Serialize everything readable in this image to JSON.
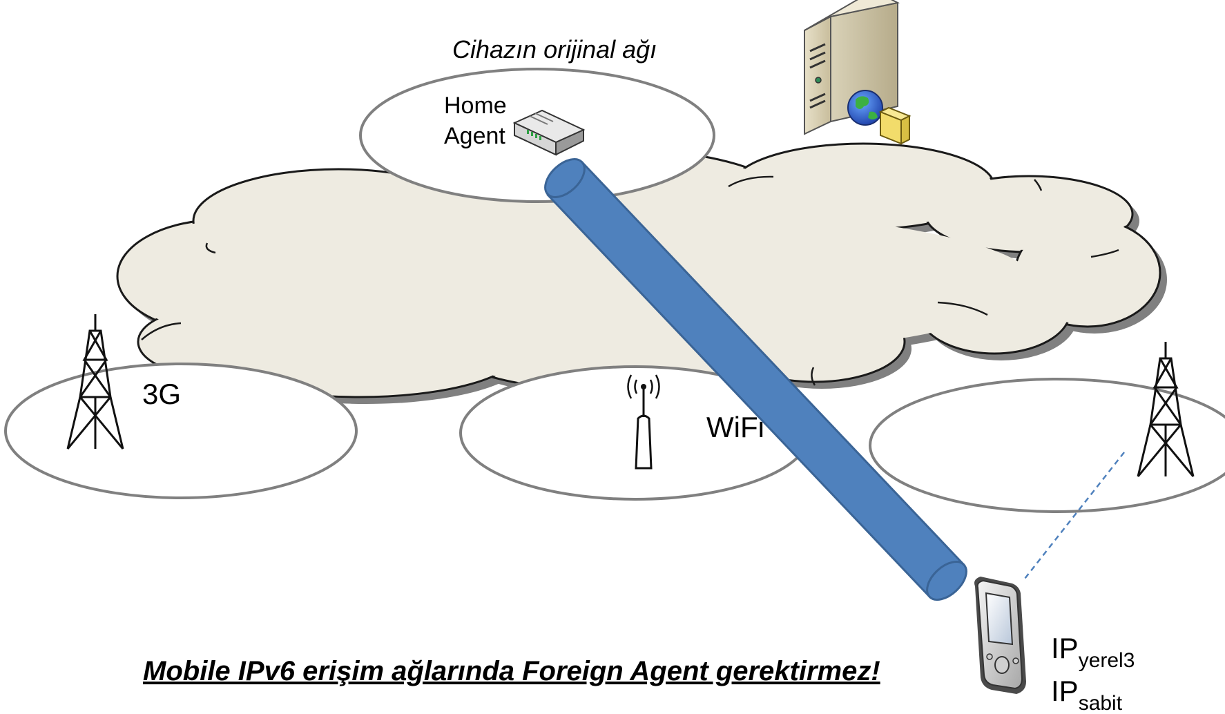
{
  "home_network": {
    "caption": "Cihazın orijinal ağı",
    "agent_label_line1": "Home",
    "agent_label_line2": "Agent"
  },
  "access_networks": {
    "left_label": "3G",
    "middle_label": "WiFi",
    "right_label": ""
  },
  "mobile_device": {
    "ip_local_base": "IP",
    "ip_local_sub": "yerel3",
    "ip_fixed_base": "IP",
    "ip_fixed_sub": "sabit"
  },
  "footer_note": "Mobile IPv6 erişim ağlarında Foreign Agent gerektirmez!",
  "colors": {
    "cloud_fill": "#eeebe1",
    "tunnel_fill": "#4f81bd",
    "tunnel_stroke": "#3a6496",
    "ellipse_stroke": "#808080",
    "dashed_link": "#4f81bd"
  },
  "icons": [
    "server-globe-icon",
    "router-icon",
    "cell-tower-icon",
    "wifi-access-point-icon",
    "pda-device-icon"
  ]
}
